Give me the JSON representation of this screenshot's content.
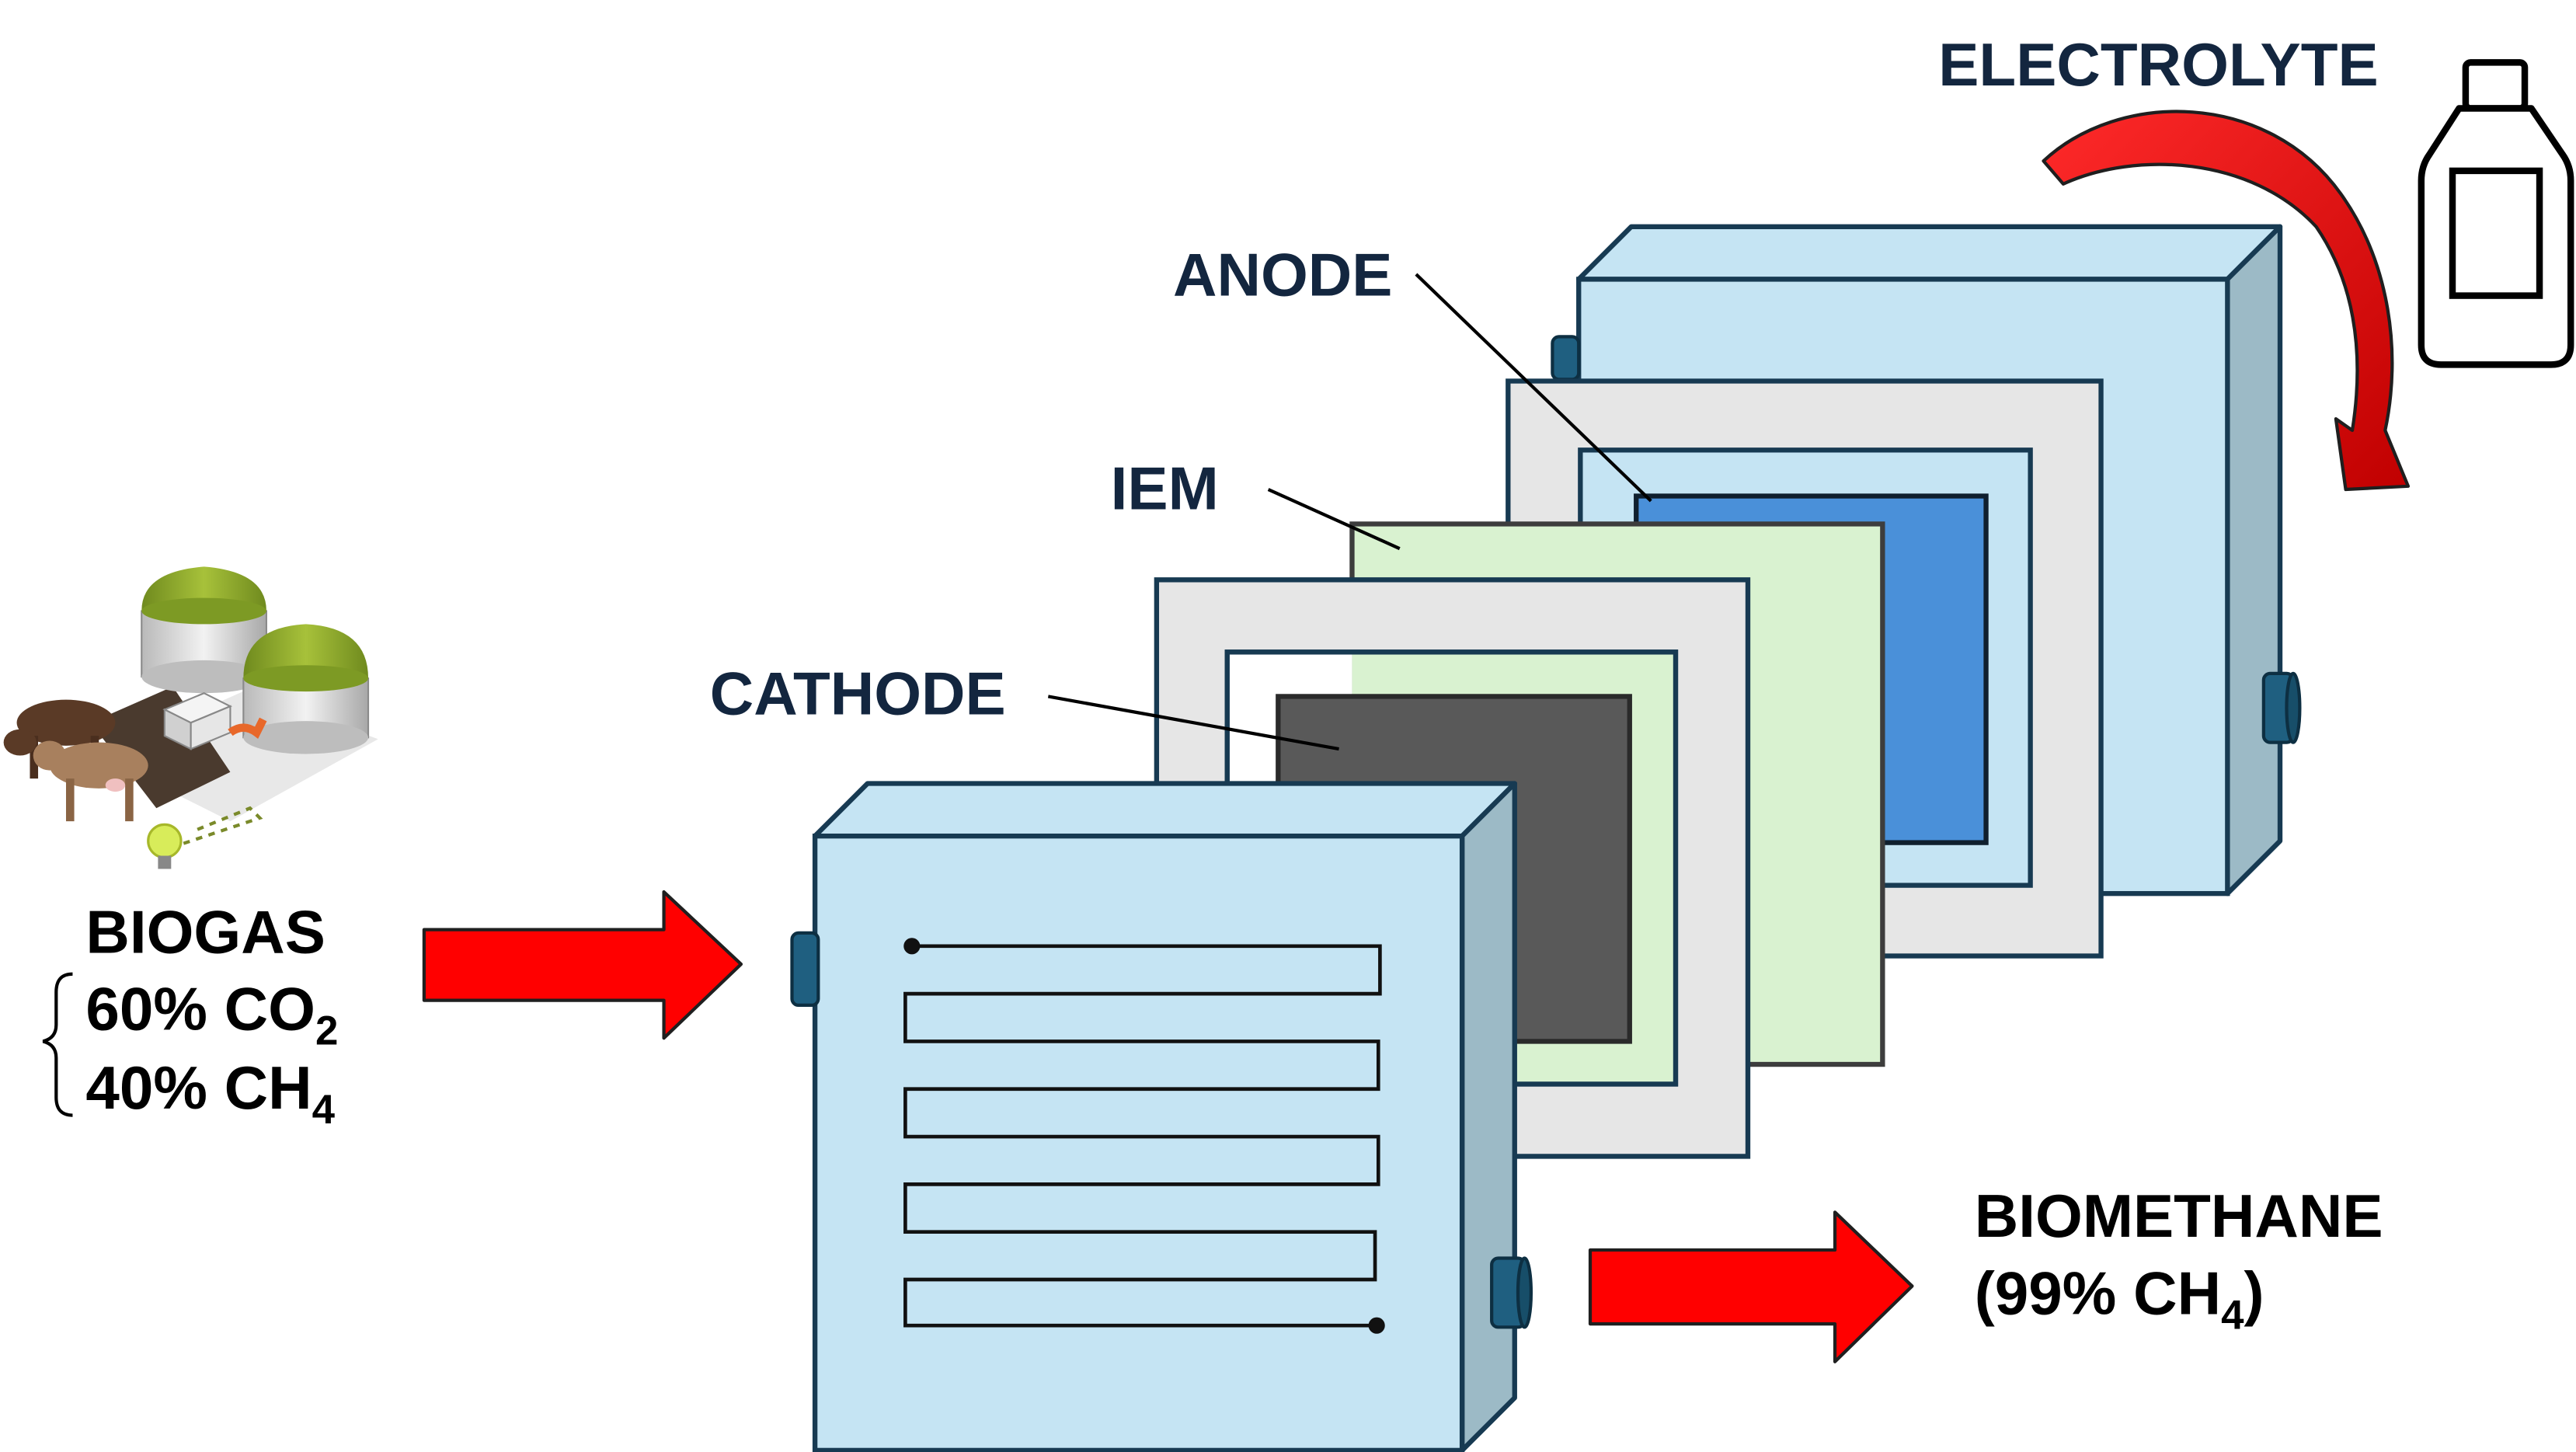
{
  "labels": {
    "electrolyte": "ELECTROLYTE",
    "anode": "ANODE",
    "iem": "IEM",
    "cathode": "CATHODE"
  },
  "input": {
    "title": "BIOGAS",
    "co2": {
      "value": "60% CO",
      "sub": "2"
    },
    "ch4": {
      "value": "40% CH",
      "sub": "4"
    }
  },
  "output": {
    "title": "BIOMETHANE",
    "line_prefix": "(99% CH",
    "line_sub": "4",
    "line_suffix": ")"
  },
  "icons": [
    "biogas-plant-icon",
    "bottle-icon",
    "cow-icon",
    "lightbulb-icon"
  ],
  "colors": {
    "arrow_red": "#ff0000",
    "end_plate": "#c5e4f3",
    "end_plate_side": "#9cbac6",
    "frame": "#e6e6e6",
    "membrane": "#d9f2d0",
    "anode": "#4a90d9",
    "cathode": "#595959",
    "port": "#1f5f80",
    "text": "#13263f"
  }
}
